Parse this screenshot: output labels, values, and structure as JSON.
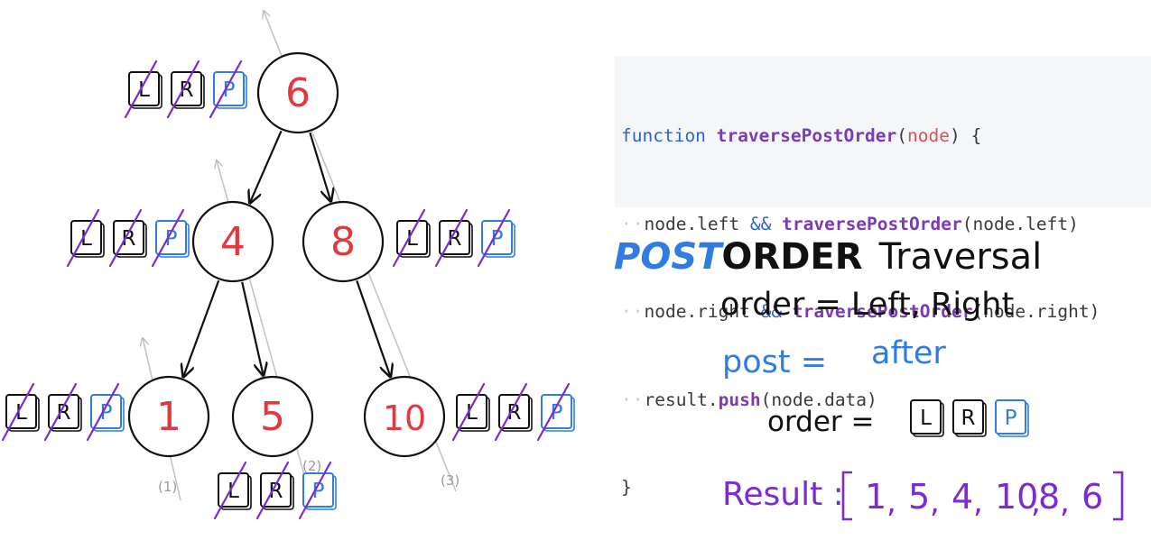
{
  "tree": {
    "nodes": [
      {
        "id": "n6",
        "value": "6"
      },
      {
        "id": "n4",
        "value": "4"
      },
      {
        "id": "n8",
        "value": "8"
      },
      {
        "id": "n1",
        "value": "1"
      },
      {
        "id": "n5",
        "value": "5"
      },
      {
        "id": "n10",
        "value": "10"
      }
    ],
    "edges": [
      [
        "n6",
        "n4"
      ],
      [
        "n6",
        "n8"
      ],
      [
        "n4",
        "n1"
      ],
      [
        "n4",
        "n5"
      ],
      [
        "n8",
        "n10"
      ]
    ],
    "badge_letters": [
      "L",
      "R",
      "P"
    ],
    "path_labels": [
      "(1)",
      "(2)",
      "(3)"
    ],
    "colors": {
      "node_text": "#e0393e",
      "strike": "#7a2bd1",
      "p_badge": "#2f7de1",
      "guide": "#c4c4c4"
    }
  },
  "code": {
    "line1": {
      "kw": "function",
      "name": "traversePostOrder",
      "param": "node",
      "rest": ") {"
    },
    "line2": {
      "a": "node.left ",
      "op": "&&",
      "fn": "traversePostOrder",
      "b": "(node.left)"
    },
    "line3": {
      "a": "node.right ",
      "op": "&&",
      "fn": "traversePostOrder",
      "b": "(node.right)"
    },
    "line4": {
      "a": "result.",
      "fn": "push",
      "b": "(node.data)"
    },
    "line5": "}"
  },
  "notes": {
    "title_post": "POST",
    "title_order": "ORDER",
    "title_traversal": "Traversal",
    "order_def": "order = Left, Right",
    "post_def_label": "post =",
    "post_def_value": "after",
    "order_label": "order =",
    "result_label": "Result :",
    "result_values": [
      "1",
      "5",
      "4",
      "10",
      "8",
      "6"
    ]
  }
}
